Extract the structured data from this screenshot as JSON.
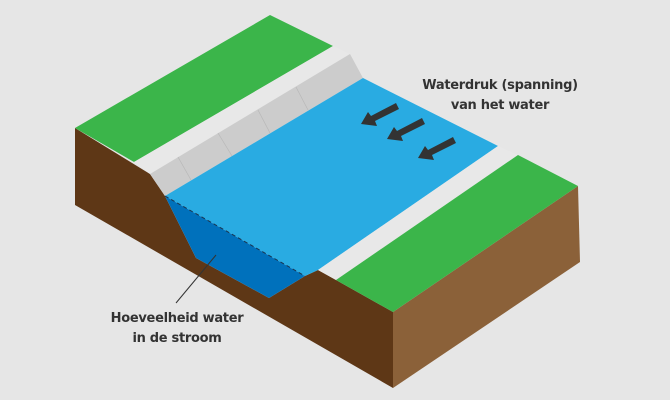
{
  "labels": {
    "pressure_line1": "Waterdruk (spanning)",
    "pressure_line2": "van het water",
    "volume_line1": "Hoeveelheid water",
    "volume_line2": "in de stroom"
  },
  "colors": {
    "background": "#e6e6e6",
    "grass": "#3bb54a",
    "path": "#e8e8e8",
    "bank": "#cccccc",
    "water_surface": "#29abe2",
    "water_volume": "#0071bc",
    "soil_front": "#5e3716",
    "soil_side": "#8b6139",
    "arrow": "#333333"
  }
}
